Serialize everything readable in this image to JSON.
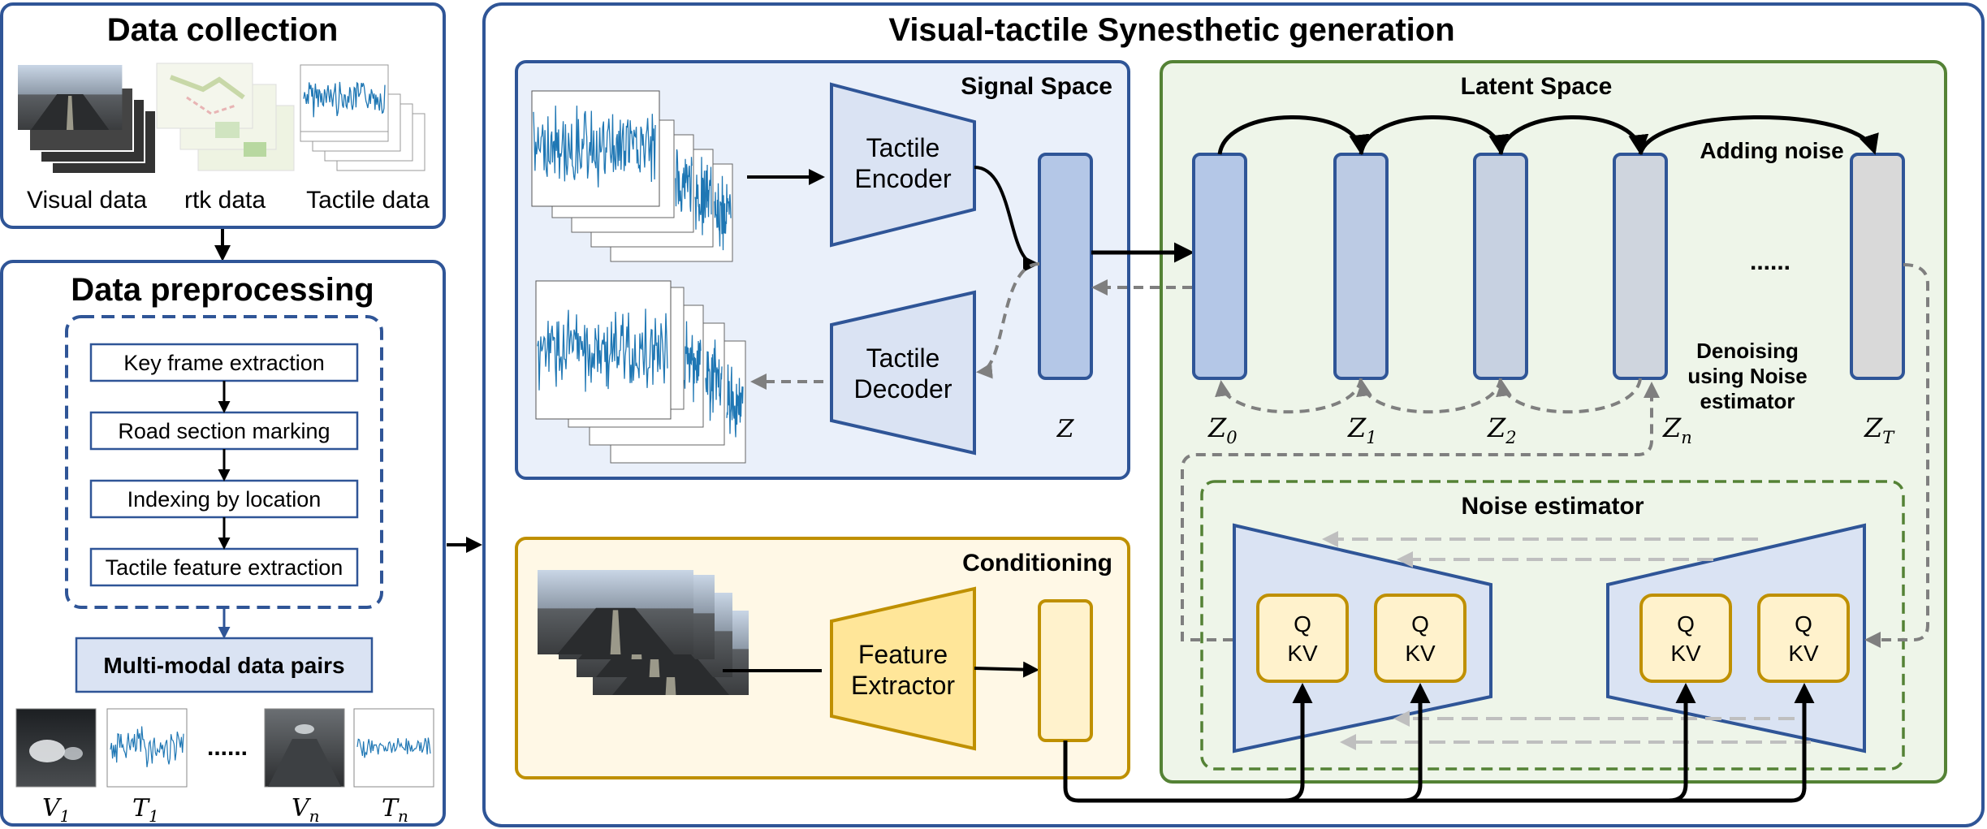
{
  "left": {
    "collection": {
      "title": "Data collection",
      "visual_label": "Visual data",
      "rtk_label": "rtk data",
      "tactile_label": "Tactile data"
    },
    "preprocessing": {
      "title": "Data preprocessing",
      "steps": [
        "Key frame extraction",
        "Road section marking",
        "Indexing by location",
        "Tactile feature extraction"
      ],
      "pairs_label": "Multi-modal data pairs",
      "dots": "......",
      "pair_labels": [
        {
          "base": "V",
          "sub": "1"
        },
        {
          "base": "T",
          "sub": "1"
        },
        {
          "base": "V",
          "sub": "n"
        },
        {
          "base": "T",
          "sub": "n"
        }
      ]
    }
  },
  "main": {
    "title": "Visual-tactile Synesthetic generation",
    "signal": {
      "title": "Signal Space",
      "encoder": [
        "Tactile",
        "Encoder"
      ],
      "decoder": [
        "Tactile",
        "Decoder"
      ],
      "z_label": "Z"
    },
    "latent": {
      "title": "Latent Space",
      "latents": [
        {
          "base": "Z",
          "sub": "0"
        },
        {
          "base": "Z",
          "sub": "1"
        },
        {
          "base": "Z",
          "sub": "2"
        },
        {
          "base": "Z",
          "sub": "n"
        },
        {
          "base": "Z",
          "sub": "T"
        }
      ],
      "dots": "......",
      "adding_noise": "Adding noise",
      "denoising": [
        "Denoising",
        "using Noise",
        "estimator"
      ]
    },
    "noise_estimator": {
      "title": "Noise estimator",
      "attention_blocks": [
        {
          "q": "Q",
          "kv": "KV"
        },
        {
          "q": "Q",
          "kv": "KV"
        },
        {
          "q": "Q",
          "kv": "KV"
        },
        {
          "q": "Q",
          "kv": "KV"
        }
      ]
    },
    "conditioning": {
      "title": "Conditioning",
      "extractor": [
        "Feature",
        "Extractor"
      ]
    }
  },
  "colors": {
    "panel_blue": "#2f5597",
    "signal_fill": "#eaf0fa",
    "block_blue": "#dae3f3",
    "latent_fill": "#eef5e9",
    "latent_border": "#548235",
    "cond_fill": "#fff8e6",
    "cond_border": "#bf9000",
    "yellow_fill": "#fff2cc",
    "gray": "#7f7f7f",
    "signal_line": "#1f77b4"
  }
}
